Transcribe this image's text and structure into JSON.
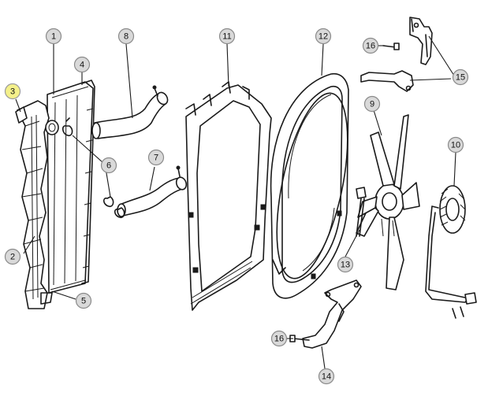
{
  "callouts": [
    {
      "id": "c1",
      "label": "1"
    },
    {
      "id": "c2",
      "label": "2"
    },
    {
      "id": "c3",
      "label": "3",
      "highlight": true
    },
    {
      "id": "c4",
      "label": "4"
    },
    {
      "id": "c5",
      "label": "5"
    },
    {
      "id": "c6",
      "label": "6"
    },
    {
      "id": "c7",
      "label": "7"
    },
    {
      "id": "c8",
      "label": "8"
    },
    {
      "id": "c9",
      "label": "9"
    },
    {
      "id": "c10",
      "label": "10"
    },
    {
      "id": "c11",
      "label": "11"
    },
    {
      "id": "c12",
      "label": "12"
    },
    {
      "id": "c13",
      "label": "13"
    },
    {
      "id": "c14",
      "label": "14"
    },
    {
      "id": "c15",
      "label": "15"
    },
    {
      "id": "c16a",
      "label": "16"
    },
    {
      "id": "c16b",
      "label": "16"
    }
  ],
  "colors": {
    "callout_fill": "#d9d9d9",
    "callout_highlight": "#f4f08a",
    "line": "#1a1a1a"
  }
}
